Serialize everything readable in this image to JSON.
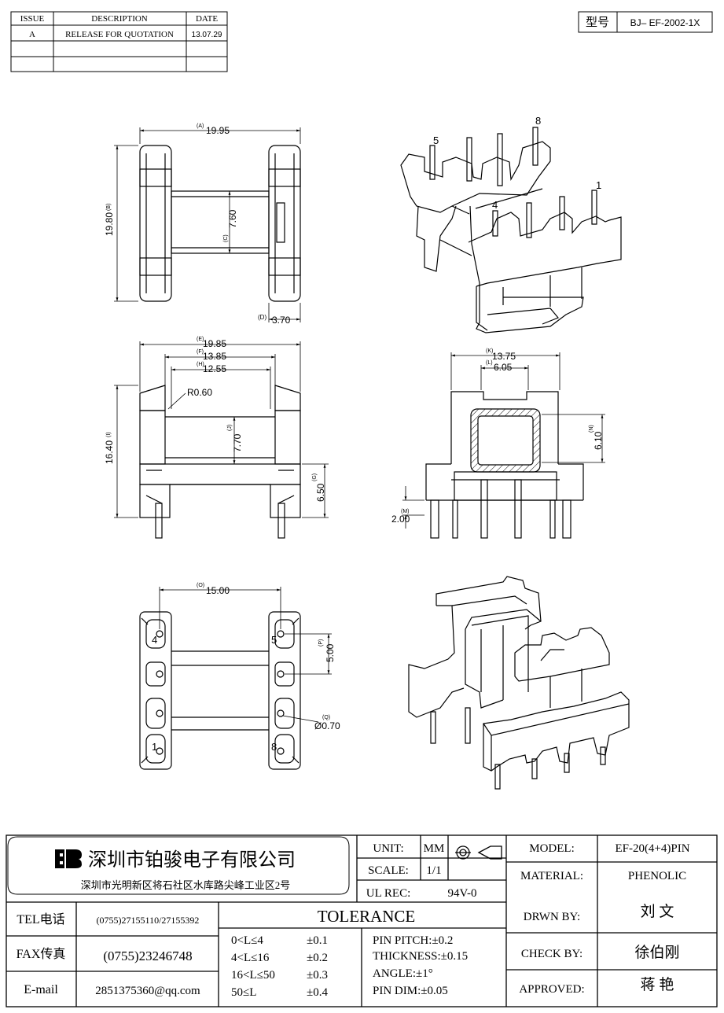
{
  "revision_table": {
    "headers": [
      "ISSUE",
      "DESCRIPTION",
      "DATE"
    ],
    "rows": [
      [
        "A",
        "RELEASE FOR QUOTATION",
        "13.07.29"
      ],
      [
        "",
        "",
        ""
      ],
      [
        "",
        "",
        ""
      ]
    ]
  },
  "model_box": {
    "label": "型号",
    "value": "BJ– EF-2002-1X"
  },
  "dimensions": {
    "A": "19.95",
    "B": "19.80",
    "C": "7.60",
    "D": "3.70",
    "E": "19.85",
    "F": "13.85",
    "H": "12.55",
    "R": "R0.60",
    "I": "16.40",
    "J": "7.70",
    "G": "6.50",
    "K": "13.75",
    "L": "6.05",
    "N": "6.10",
    "M": "2.00",
    "O": "15.00",
    "P": "5.00",
    "Q": "Ø0.70"
  },
  "dim_letters": {
    "A": "(A)",
    "B": "(B)",
    "C": "(C)",
    "D": "(D)",
    "E": "(E)",
    "F": "(F)",
    "H": "(H)",
    "I": "(I)",
    "J": "(J)",
    "G": "(G)",
    "K": "(K)",
    "L": "(L)",
    "N": "(N)",
    "M": "(M)",
    "O": "(O)",
    "P": "(P)",
    "Q": "(Q)"
  },
  "pin_labels": {
    "p1": "1",
    "p4": "4",
    "p5": "5",
    "p8": "8"
  },
  "company": {
    "name": "深圳市铂骏电子有限公司",
    "address": "深圳市光明新区将石社区水库路尖峰工业区2号"
  },
  "contacts": {
    "tel_label": "TEL电话",
    "tel_value": "(0755)27155110/27155392",
    "fax_label": "FAX传真",
    "fax_value": "(0755)23246748",
    "email_label": "E-mail",
    "email_value": "2851375360@qq.com"
  },
  "spec": {
    "unit_label": "UNIT:",
    "unit_value": "MM",
    "scale_label": "SCALE:",
    "scale_value": "1/1",
    "ul_label": "UL REC:",
    "ul_value": "94V-0"
  },
  "tolerance": {
    "title": "TOLERANCE",
    "ranges": [
      {
        "range": "0<L≤4",
        "tol": "±0.1"
      },
      {
        "range": "4<L≤16",
        "tol": "±0.2"
      },
      {
        "range": "16<L≤50",
        "tol": "±0.3"
      },
      {
        "range": "50≤L",
        "tol": "±0.4"
      }
    ],
    "notes": [
      "PIN PITCH:±0.2",
      "THICKNESS:±0.15",
      "ANGLE:±1°",
      "PIN DIM:±0.05"
    ]
  },
  "info": {
    "model_label": "MODEL:",
    "model_value": "EF-20(4+4)PIN",
    "material_label": "MATERIAL:",
    "material_value": "PHENOLIC",
    "drawn_label": "DRWN BY:",
    "drawn_value": "刘 文",
    "check_label": "CHECK BY:",
    "check_value": "徐伯刚",
    "approved_label": "APPROVED:",
    "approved_value": "蒋 艳"
  }
}
